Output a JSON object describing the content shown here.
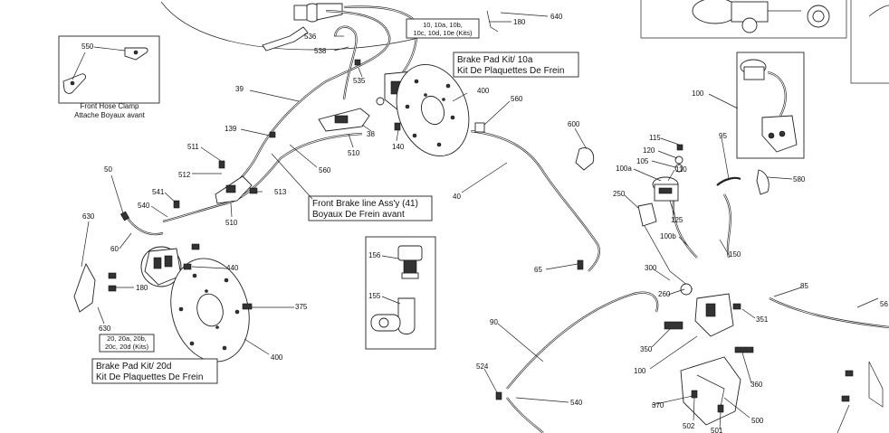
{
  "callouts": [
    {
      "id": "c640",
      "text": "640"
    },
    {
      "id": "c180a",
      "text": "180"
    },
    {
      "id": "c536",
      "text": "536"
    },
    {
      "id": "c538",
      "text": "538"
    },
    {
      "id": "c535",
      "text": "535"
    },
    {
      "id": "c39",
      "text": "39"
    },
    {
      "id": "c139",
      "text": "139"
    },
    {
      "id": "c38",
      "text": "38"
    },
    {
      "id": "c510a",
      "text": "510"
    },
    {
      "id": "c140",
      "text": "140"
    },
    {
      "id": "c400a",
      "text": "400"
    },
    {
      "id": "c560a",
      "text": "560"
    },
    {
      "id": "c560b",
      "text": "560"
    },
    {
      "id": "c511",
      "text": "511"
    },
    {
      "id": "c512",
      "text": "512"
    },
    {
      "id": "c541",
      "text": "541"
    },
    {
      "id": "c513",
      "text": "513"
    },
    {
      "id": "c540a",
      "text": "540"
    },
    {
      "id": "c510b",
      "text": "510"
    },
    {
      "id": "c50",
      "text": "50"
    },
    {
      "id": "c630a",
      "text": "630"
    },
    {
      "id": "c60",
      "text": "60"
    },
    {
      "id": "c440",
      "text": "440"
    },
    {
      "id": "c180b",
      "text": "180"
    },
    {
      "id": "c630b",
      "text": "630"
    },
    {
      "id": "c375",
      "text": "375"
    },
    {
      "id": "c400b",
      "text": "400"
    },
    {
      "id": "c40",
      "text": "40"
    },
    {
      "id": "c156",
      "text": "156"
    },
    {
      "id": "c155",
      "text": "155"
    },
    {
      "id": "c600",
      "text": "600"
    },
    {
      "id": "c115",
      "text": "115"
    },
    {
      "id": "c120",
      "text": "120"
    },
    {
      "id": "c105",
      "text": "105"
    },
    {
      "id": "c100a",
      "text": "100a"
    },
    {
      "id": "c110",
      "text": "110"
    },
    {
      "id": "c250",
      "text": "250"
    },
    {
      "id": "c125",
      "text": "125"
    },
    {
      "id": "c100b",
      "text": "100b"
    },
    {
      "id": "c95",
      "text": "95"
    },
    {
      "id": "c580",
      "text": "580"
    },
    {
      "id": "c100",
      "text": "100"
    },
    {
      "id": "c150",
      "text": "150"
    },
    {
      "id": "c65",
      "text": "65"
    },
    {
      "id": "c300",
      "text": "300"
    },
    {
      "id": "c260",
      "text": "260"
    },
    {
      "id": "c351",
      "text": "351"
    },
    {
      "id": "c85",
      "text": "85"
    },
    {
      "id": "c56",
      "text": "56"
    },
    {
      "id": "c90",
      "text": "90"
    },
    {
      "id": "c350",
      "text": "350"
    },
    {
      "id": "c100c",
      "text": "100"
    },
    {
      "id": "c360",
      "text": "360"
    },
    {
      "id": "c524",
      "text": "524"
    },
    {
      "id": "c540b",
      "text": "540"
    },
    {
      "id": "c370",
      "text": "370"
    },
    {
      "id": "c500",
      "text": "500"
    },
    {
      "id": "c502",
      "text": "502"
    },
    {
      "id": "c501",
      "text": "501"
    }
  ],
  "captions": {
    "clamp_line1": "Front Hose Clamp",
    "clamp_line2": "Attache Boyaux avant",
    "kit_codes_a_line1": "10, 10a, 10b,",
    "kit_codes_a_line2": "10c, 10d, 10e (Kits)",
    "kit_codes_b_line1": "20, 20a, 20b,",
    "kit_codes_b_line2": "20c, 20d (Kits)"
  },
  "labels": {
    "brake_pad_kit_10a_line1": "Brake Pad Kit/ 10a",
    "brake_pad_kit_10a_line2": "Kit De Plaquettes De Frein",
    "front_brake_line_line1": "Front Brake line Ass'y (41)",
    "front_brake_line_line2": "Boyaux De Frein avant",
    "brake_pad_kit_20d_line1": "Brake Pad Kit/ 20d",
    "brake_pad_kit_20d_line2": "Kit De Plaquettes De Frein"
  }
}
